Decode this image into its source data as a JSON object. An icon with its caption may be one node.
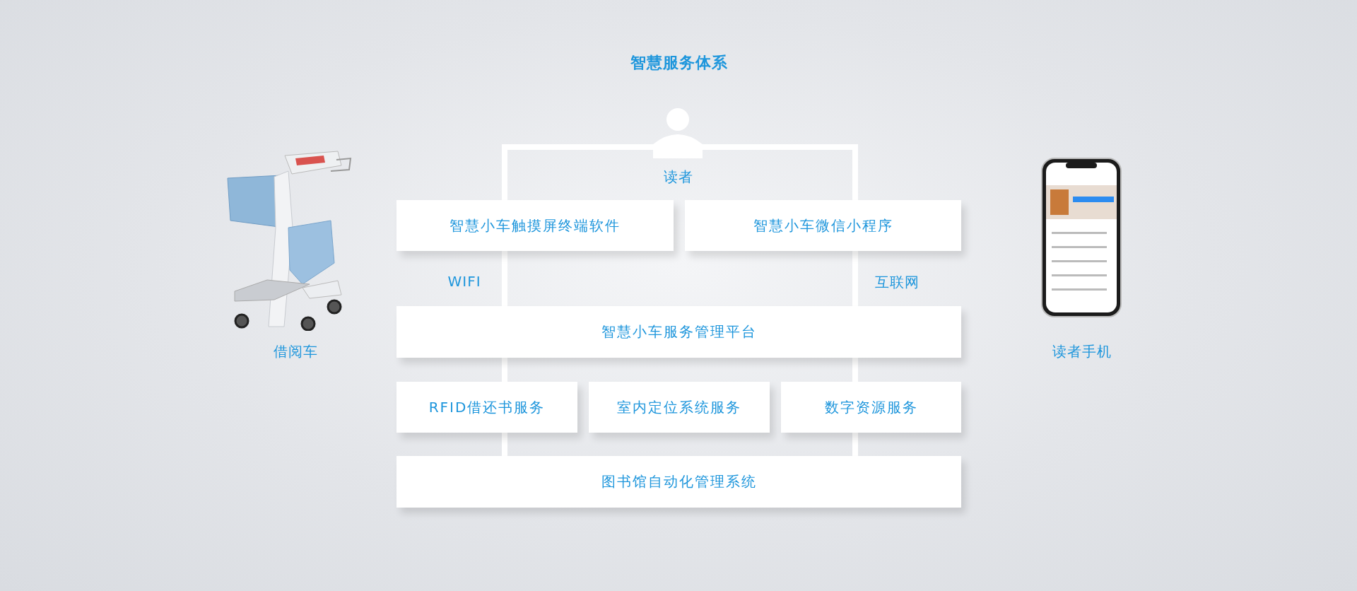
{
  "diagram": {
    "title": "智慧服务体系",
    "nodes": [
      {
        "text": [],
        "shape": "person",
        "beside": [
          "读者"
        ]
      },
      {
        "text": [
          "智慧小车触摸屏终端软件"
        ]
      },
      {
        "text": [
          "智慧小车微信小程序"
        ]
      },
      {
        "text": [
          "智慧小车服务管理平台"
        ]
      },
      {
        "text": [
          "RFID借还书服务"
        ]
      },
      {
        "text": [
          "室内定位系统服务"
        ]
      },
      {
        "text": [
          "数字资源服务"
        ]
      },
      {
        "text": [
          "图书馆自动化管理系统"
        ]
      },
      {
        "text": [],
        "shape": "picture",
        "beside": [
          "借阅车"
        ]
      },
      {
        "text": [],
        "shape": "picture",
        "beside": [
          "读者手机"
        ]
      }
    ],
    "labels": [
      "WIFI",
      "互联网"
    ]
  }
}
